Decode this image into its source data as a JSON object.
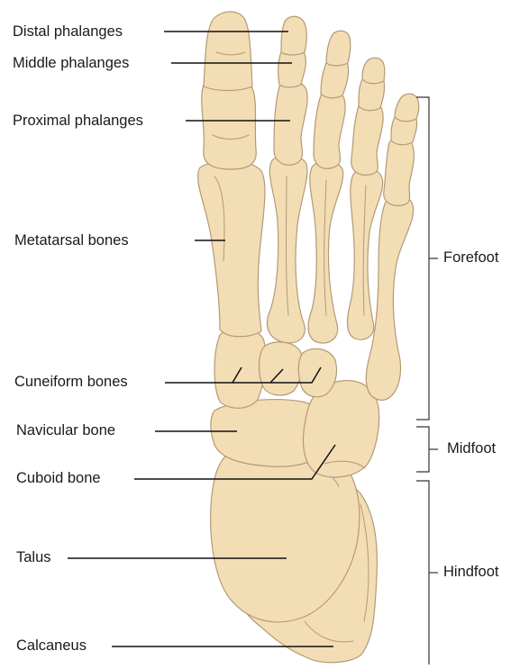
{
  "labels": {
    "distal_phalanges": "Distal phalanges",
    "middle_phalanges": "Middle phalanges",
    "proximal_phalanges": "Proximal phalanges",
    "metatarsal_bones": "Metatarsal bones",
    "cuneiform_bones": "Cuneiform bones",
    "navicular_bone": "Navicular bone",
    "cuboid_bone": "Cuboid bone",
    "talus": "Talus",
    "calcaneus": "Calcaneus"
  },
  "regions": {
    "forefoot": "Forefoot",
    "midfoot": "Midfoot",
    "hindfoot": "Hindfoot"
  },
  "colors": {
    "bone_fill": "#f3ddb5",
    "bone_outline": "#b39a75",
    "leader_line": "#111111"
  }
}
